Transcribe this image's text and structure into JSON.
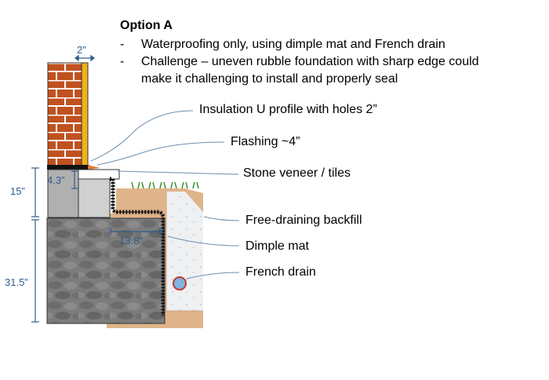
{
  "heading": "Option A",
  "bullets": [
    {
      "dash": "-",
      "lines": [
        "Waterproofing only, using dimple mat and French drain"
      ]
    },
    {
      "dash": "-",
      "lines": [
        "Challenge – uneven rubble foundation with sharp edge could",
        "make it challenging to install and properly seal"
      ]
    }
  ],
  "callouts": {
    "insulation": "Insulation U profile with holes 2”",
    "flashing": "Flashing ~4”",
    "veneer": "Stone veneer / tiles",
    "backfill": "Free-draining backfill",
    "dimple": "Dimple mat",
    "drain": "French drain"
  },
  "dimensions": {
    "top_width": "2”",
    "step_height": "4.3”",
    "upper_height": "15”",
    "lower_height": "31.5”",
    "offset": "13.8”"
  },
  "colors": {
    "brick": "#c0521f",
    "mortar": "#ffffff",
    "insulation": "#f2b21b",
    "soil": "#dfb48a",
    "backfill": "#eef0f2",
    "stone": "#7c7c7c",
    "concrete": "#d0d0d0",
    "dimension": "#2f5c8a",
    "leader": "#6f8fae",
    "grass": "#3c8a2e",
    "drain": "#7fb3e3",
    "drain_outline": "#c0392b"
  }
}
